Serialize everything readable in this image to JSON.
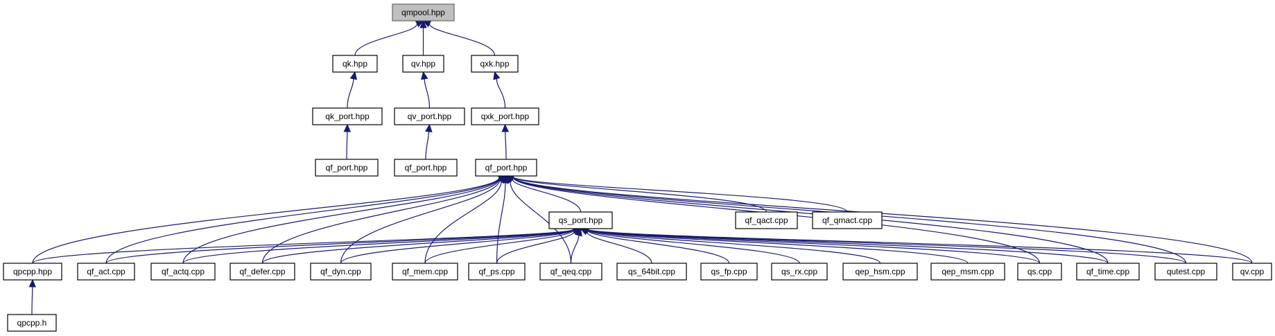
{
  "graph": {
    "nodes": [
      {
        "id": "qmpool_hpp",
        "label": "qmpool.hpp",
        "root": true
      },
      {
        "id": "qk_hpp",
        "label": "qk.hpp"
      },
      {
        "id": "qv_hpp",
        "label": "qv.hpp"
      },
      {
        "id": "qxk_hpp",
        "label": "qxk.hpp"
      },
      {
        "id": "qk_port_hpp",
        "label": "qk_port.hpp"
      },
      {
        "id": "qv_port_hpp",
        "label": "qv_port.hpp"
      },
      {
        "id": "qxk_port_hpp",
        "label": "qxk_port.hpp"
      },
      {
        "id": "qf_port_hpp_a",
        "label": "qf_port.hpp"
      },
      {
        "id": "qf_port_hpp_b",
        "label": "qf_port.hpp"
      },
      {
        "id": "qf_port_hpp_c",
        "label": "qf_port.hpp"
      },
      {
        "id": "qs_port_hpp",
        "label": "qs_port.hpp"
      },
      {
        "id": "qf_qact_cpp",
        "label": "qf_qact.cpp"
      },
      {
        "id": "qf_qmact_cpp",
        "label": "qf_qmact.cpp"
      },
      {
        "id": "qpcpp_hpp",
        "label": "qpcpp.hpp"
      },
      {
        "id": "qf_act_cpp",
        "label": "qf_act.cpp"
      },
      {
        "id": "qf_actq_cpp",
        "label": "qf_actq.cpp"
      },
      {
        "id": "qf_defer_cpp",
        "label": "qf_defer.cpp"
      },
      {
        "id": "qf_dyn_cpp",
        "label": "qf_dyn.cpp"
      },
      {
        "id": "qf_mem_cpp",
        "label": "qf_mem.cpp"
      },
      {
        "id": "qf_ps_cpp",
        "label": "qf_ps.cpp"
      },
      {
        "id": "qf_qeq_cpp",
        "label": "qf_qeq.cpp"
      },
      {
        "id": "qs_64bit_cpp",
        "label": "qs_64bit.cpp"
      },
      {
        "id": "qs_fp_cpp",
        "label": "qs_fp.cpp"
      },
      {
        "id": "qs_rx_cpp",
        "label": "qs_rx.cpp"
      },
      {
        "id": "qep_hsm_cpp",
        "label": "qep_hsm.cpp"
      },
      {
        "id": "qep_msm_cpp",
        "label": "qep_msm.cpp"
      },
      {
        "id": "qs_cpp",
        "label": "qs.cpp"
      },
      {
        "id": "qf_time_cpp",
        "label": "qf_time.cpp"
      },
      {
        "id": "qutest_cpp",
        "label": "qutest.cpp"
      },
      {
        "id": "qv_cpp",
        "label": "qv.cpp"
      },
      {
        "id": "qpcpp_h",
        "label": "qpcpp.h"
      }
    ],
    "edges": [
      {
        "from": "qk_hpp",
        "to": "qmpool_hpp"
      },
      {
        "from": "qv_hpp",
        "to": "qmpool_hpp"
      },
      {
        "from": "qxk_hpp",
        "to": "qmpool_hpp"
      },
      {
        "from": "qk_port_hpp",
        "to": "qk_hpp"
      },
      {
        "from": "qv_port_hpp",
        "to": "qv_hpp"
      },
      {
        "from": "qxk_port_hpp",
        "to": "qxk_hpp"
      },
      {
        "from": "qf_port_hpp_a",
        "to": "qk_port_hpp"
      },
      {
        "from": "qf_port_hpp_b",
        "to": "qv_port_hpp"
      },
      {
        "from": "qf_port_hpp_c",
        "to": "qxk_port_hpp"
      },
      {
        "from": "qpcpp_hpp",
        "to": "qf_port_hpp_c"
      },
      {
        "from": "qf_act_cpp",
        "to": "qf_port_hpp_c"
      },
      {
        "from": "qf_actq_cpp",
        "to": "qf_port_hpp_c"
      },
      {
        "from": "qf_defer_cpp",
        "to": "qf_port_hpp_c"
      },
      {
        "from": "qf_dyn_cpp",
        "to": "qf_port_hpp_c"
      },
      {
        "from": "qf_mem_cpp",
        "to": "qf_port_hpp_c"
      },
      {
        "from": "qf_ps_cpp",
        "to": "qf_port_hpp_c"
      },
      {
        "from": "qf_qeq_cpp",
        "to": "qf_port_hpp_c"
      },
      {
        "from": "qs_port_hpp",
        "to": "qf_port_hpp_c"
      },
      {
        "from": "qf_qact_cpp",
        "to": "qf_port_hpp_c"
      },
      {
        "from": "qf_qmact_cpp",
        "to": "qf_port_hpp_c"
      },
      {
        "from": "qs_cpp",
        "to": "qf_port_hpp_c"
      },
      {
        "from": "qf_time_cpp",
        "to": "qf_port_hpp_c"
      },
      {
        "from": "qutest_cpp",
        "to": "qf_port_hpp_c"
      },
      {
        "from": "qv_cpp",
        "to": "qf_port_hpp_c"
      },
      {
        "from": "qpcpp_hpp",
        "to": "qs_port_hpp"
      },
      {
        "from": "qf_act_cpp",
        "to": "qs_port_hpp"
      },
      {
        "from": "qf_actq_cpp",
        "to": "qs_port_hpp"
      },
      {
        "from": "qf_defer_cpp",
        "to": "qs_port_hpp"
      },
      {
        "from": "qf_dyn_cpp",
        "to": "qs_port_hpp"
      },
      {
        "from": "qf_mem_cpp",
        "to": "qs_port_hpp"
      },
      {
        "from": "qf_ps_cpp",
        "to": "qs_port_hpp"
      },
      {
        "from": "qf_qeq_cpp",
        "to": "qs_port_hpp"
      },
      {
        "from": "qs_64bit_cpp",
        "to": "qs_port_hpp"
      },
      {
        "from": "qs_fp_cpp",
        "to": "qs_port_hpp"
      },
      {
        "from": "qs_rx_cpp",
        "to": "qs_port_hpp"
      },
      {
        "from": "qep_hsm_cpp",
        "to": "qs_port_hpp"
      },
      {
        "from": "qep_msm_cpp",
        "to": "qs_port_hpp"
      },
      {
        "from": "qs_cpp",
        "to": "qs_port_hpp"
      },
      {
        "from": "qf_time_cpp",
        "to": "qs_port_hpp"
      },
      {
        "from": "qutest_cpp",
        "to": "qs_port_hpp"
      },
      {
        "from": "qv_cpp",
        "to": "qs_port_hpp"
      },
      {
        "from": "qpcpp_h",
        "to": "qpcpp_hpp"
      }
    ]
  }
}
